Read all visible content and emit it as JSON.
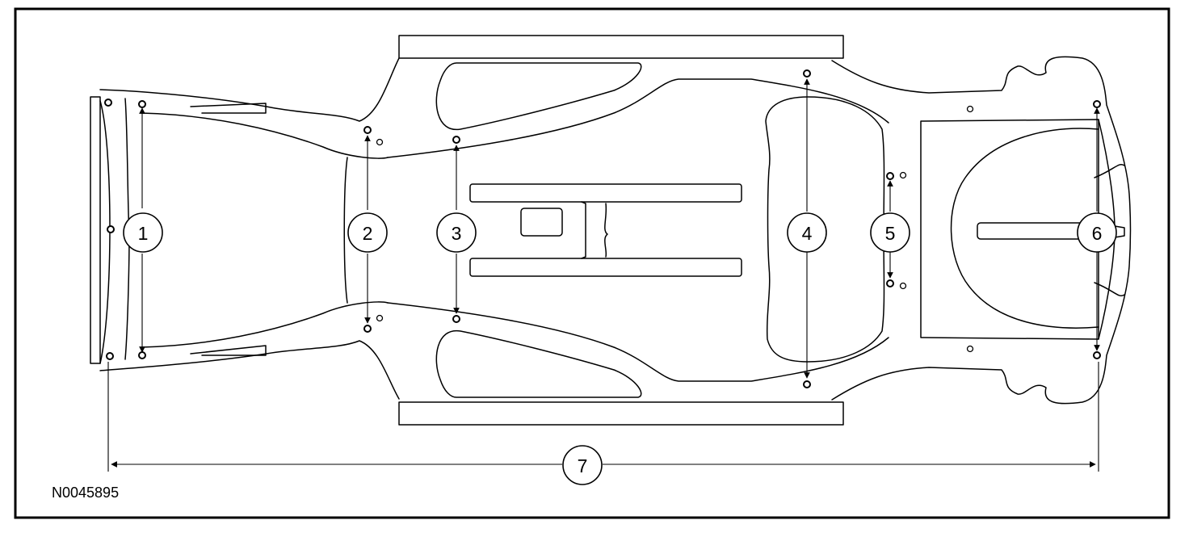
{
  "figure_id": "N0045895",
  "callouts": [
    {
      "id": "callout-1",
      "label": "1"
    },
    {
      "id": "callout-2",
      "label": "2"
    },
    {
      "id": "callout-3",
      "label": "3"
    },
    {
      "id": "callout-4",
      "label": "4"
    },
    {
      "id": "callout-5",
      "label": "5"
    },
    {
      "id": "callout-6",
      "label": "6"
    },
    {
      "id": "callout-7",
      "label": "7"
    }
  ]
}
